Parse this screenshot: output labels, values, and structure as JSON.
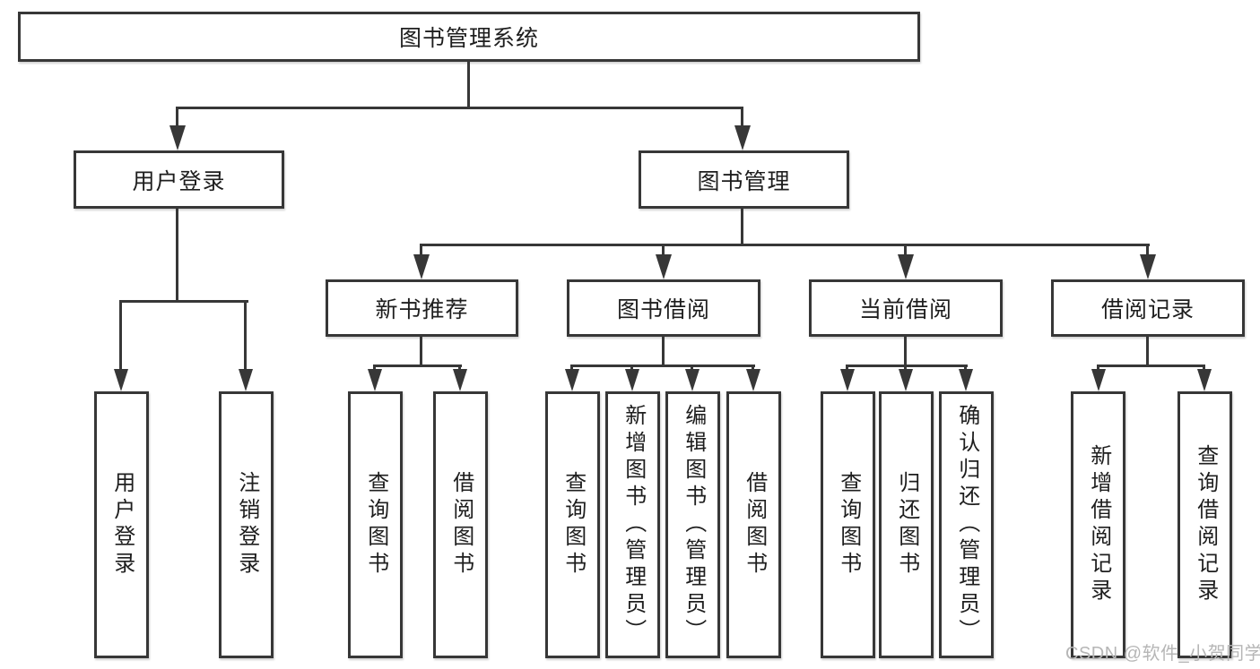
{
  "tree": {
    "label": "图书管理系统",
    "children": [
      {
        "label": "用户登录",
        "children": [
          {
            "label": "用户登录"
          },
          {
            "label": "注销登录"
          }
        ]
      },
      {
        "label": "图书管理",
        "children": [
          {
            "label": "新书推荐",
            "children": [
              {
                "label": "查询图书"
              },
              {
                "label": "借阅图书"
              }
            ]
          },
          {
            "label": "图书借阅",
            "children": [
              {
                "label": "查询图书"
              },
              {
                "label": "新增图书（管理员）"
              },
              {
                "label": "编辑图书（管理员）"
              },
              {
                "label": "借阅图书"
              }
            ]
          },
          {
            "label": "当前借阅",
            "children": [
              {
                "label": "查询图书"
              },
              {
                "label": "归还图书"
              },
              {
                "label": "确认归还（管理员）"
              }
            ]
          },
          {
            "label": "借阅记录",
            "children": [
              {
                "label": "新增借阅记录"
              },
              {
                "label": "查询借阅记录"
              }
            ]
          }
        ]
      }
    ]
  },
  "watermark": "CSDN @软件_小贺同学",
  "colors": {
    "line": "#373737",
    "text": "#1e1e1e",
    "watermark": "#b6b6b6",
    "background": "#ffffff"
  }
}
